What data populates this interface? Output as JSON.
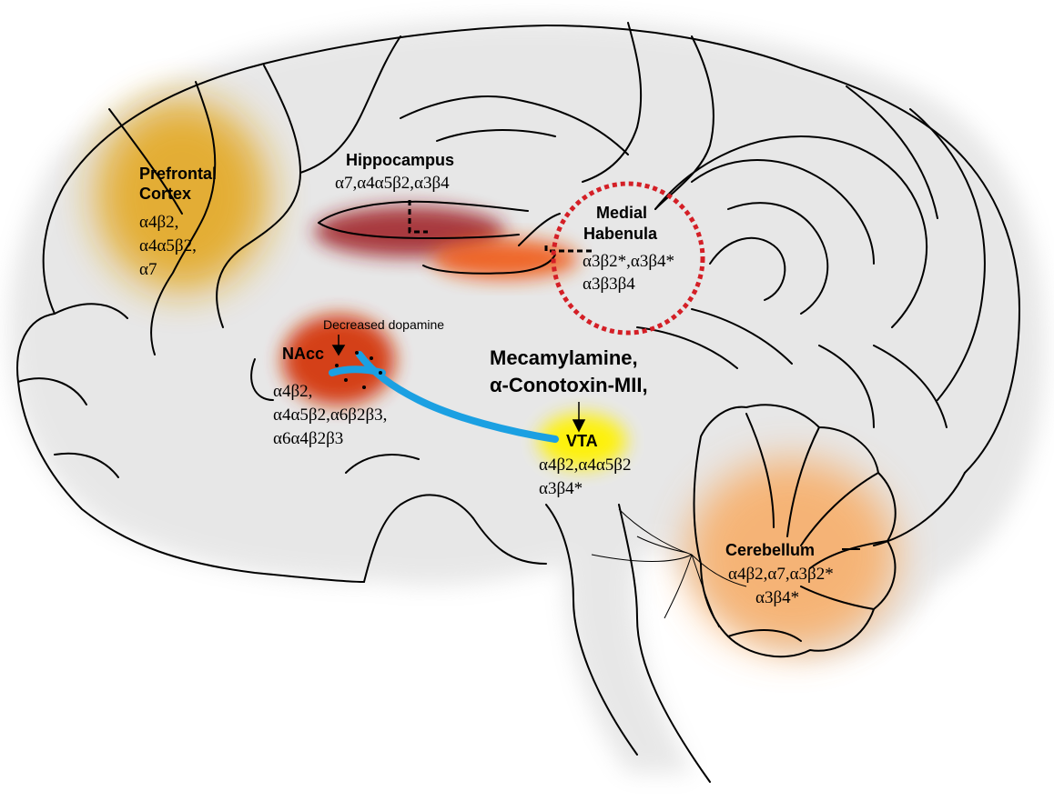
{
  "regions": {
    "prefrontal": {
      "title_line1": "Prefrontal",
      "title_line2": "Cortex",
      "receptors": [
        "α4β2,",
        "α4α5β2,",
        "α7"
      ]
    },
    "hippocampus": {
      "title": "Hippocampus",
      "receptors": "α7,α4α5β2,α3β4"
    },
    "habenula": {
      "title_line1": "Medial",
      "title_line2": "Habenula",
      "receptors": [
        "α3β2*,α3β4*",
        "α3β3β4"
      ]
    },
    "nacc": {
      "title": "NAcc",
      "receptors": [
        "α4β2,",
        "α4α5β2,α6β2β3,",
        "α6α4β2β3"
      ]
    },
    "vta": {
      "title": "VTA",
      "receptors": [
        "α4β2,α4α5β2",
        "α3β4*"
      ]
    },
    "cerebellum": {
      "title": "Cerebellum",
      "receptors": [
        "α4β2,α7,α3β2*",
        "α3β4*"
      ]
    }
  },
  "annotations": {
    "dopamine": "Decreased dopamine",
    "drugs_line1": "Mecamylamine,",
    "drugs_line2": "α-Conotoxin-MII,"
  },
  "colors": {
    "prefrontal_glow": "#e3a417",
    "hippocampus_glow": "#9e1b22",
    "hippocampus_tail_glow": "#f05a18",
    "habenula_circle": "#d41f26",
    "nacc_glow": "#d4380d",
    "vta_glow": "#fff200",
    "cerebellum_glow": "#f9a75a",
    "pathway": "#1ba0e2"
  }
}
